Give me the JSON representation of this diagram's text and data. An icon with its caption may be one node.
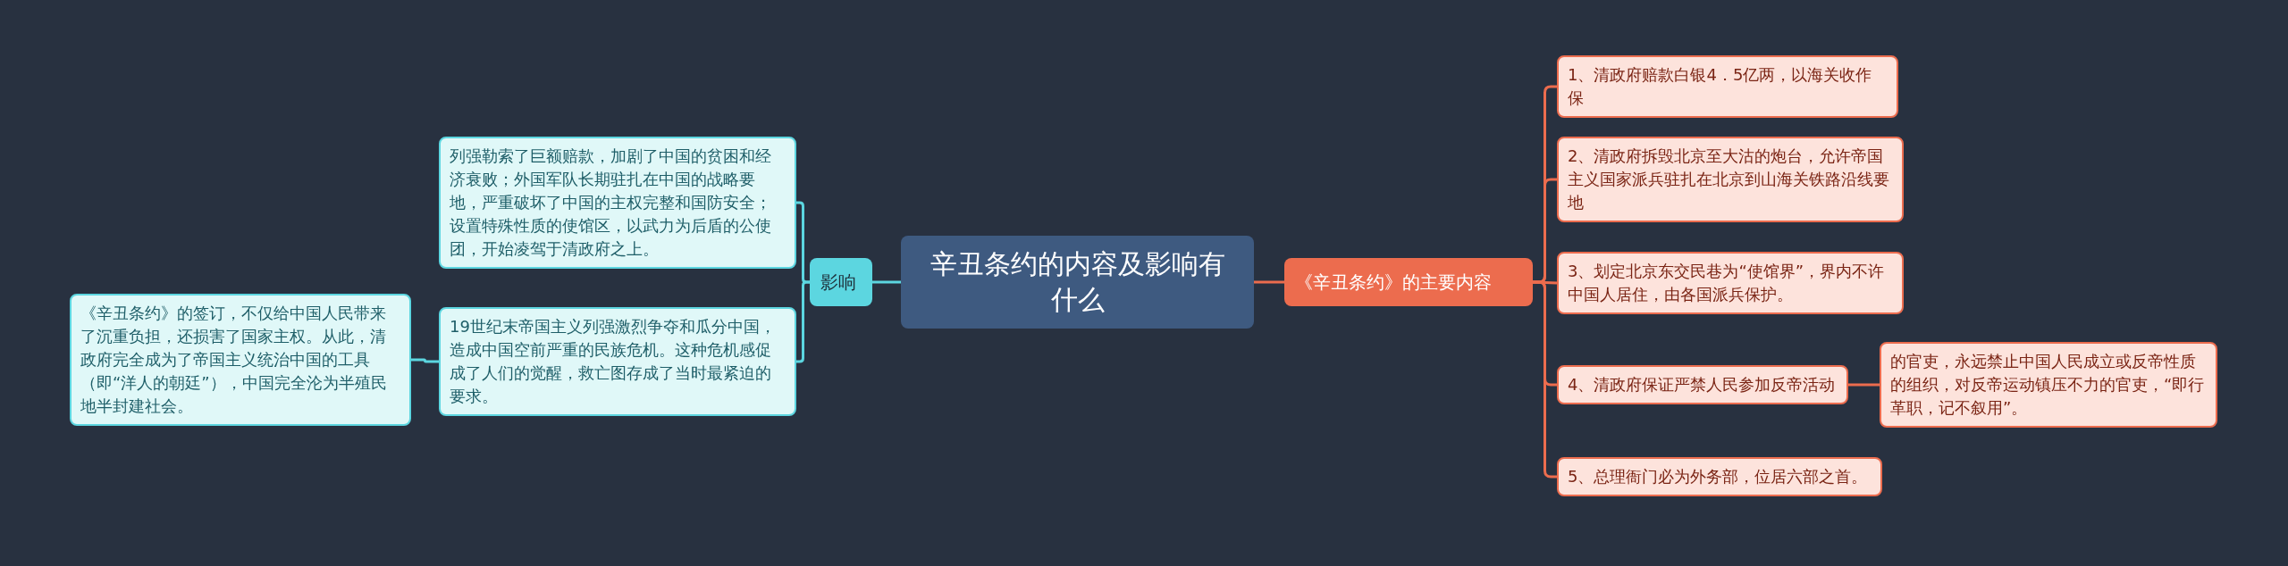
{
  "diagram": {
    "nodes": [
      {
        "text": [
          "辛丑条约的内容及影响有什么"
        ]
      },
      {
        "text": [
          "影响"
        ]
      },
      {
        "text": [
          "列强勒索了巨额赔款，加剧了中国的贫困和经济衰败；外国军队长期驻扎在中国的战略要地，严重破坏了中国的主权完整和国防安全；设置特殊性质的使馆区，以武力为后盾的公使团，开始凌驾于清政府之上。"
        ]
      },
      {
        "text": [
          "19世纪末帝国主义列强激烈争夺和瓜分中国，造成中国空前严重的民族危机。这种危机感促成了人们的觉醒，救亡图存成了当时最紧迫的要求。"
        ]
      },
      {
        "text": [
          "《辛丑条约》的签订，不仅给中国人民带来了沉重负担，还损害了国家主权。从此，清政府完全成为了帝国主义统治中国的工具（即“洋人的朝廷”），中国完全沦为半殖民地半封建社会。"
        ]
      },
      {
        "text": [
          "《辛丑条约》的主要内容"
        ]
      },
      {
        "text": [
          "1、清政府赔款白银4．5亿两，以海关收作保"
        ]
      },
      {
        "text": [
          "2、清政府拆毁北京至大沽的炮台，允许帝国主义国家派兵驻扎在北京到山海关铁路沿线要地"
        ]
      },
      {
        "text": [
          "3、划定北京东交民巷为“使馆界”，界内不许中国人居住，由各国派兵保护。"
        ]
      },
      {
        "text": [
          "4、清政府保证严禁人民参加反帝活动"
        ]
      },
      {
        "text": [
          "的官吏，永远禁止中国人民成立或反帝性质的组织，对反帝运动镇压不力的官吏，“即行革职，记不叙用”。"
        ]
      },
      {
        "text": [
          "5、总理衙门必为外务部，位居六部之首。"
        ]
      }
    ],
    "edges": [
      {
        "from": 0,
        "to": 1,
        "arrow": "none",
        "color": "#5cd6e0"
      },
      {
        "from": 1,
        "to": 2,
        "arrow": "none",
        "color": "#5cd6e0"
      },
      {
        "from": 1,
        "to": 3,
        "arrow": "none",
        "color": "#5cd6e0"
      },
      {
        "from": 3,
        "to": 4,
        "arrow": "none",
        "color": "#5cd6e0"
      },
      {
        "from": 0,
        "to": 5,
        "arrow": "none",
        "color": "#ec6c4e"
      },
      {
        "from": 5,
        "to": 6,
        "arrow": "none",
        "color": "#ec6c4e"
      },
      {
        "from": 5,
        "to": 7,
        "arrow": "none",
        "color": "#ec6c4e"
      },
      {
        "from": 5,
        "to": 8,
        "arrow": "none",
        "color": "#ec6c4e"
      },
      {
        "from": 5,
        "to": 9,
        "arrow": "none",
        "color": "#ec6c4e"
      },
      {
        "from": 9,
        "to": 10,
        "arrow": "none",
        "color": "#ec6c4e"
      },
      {
        "from": 5,
        "to": 11,
        "arrow": "none",
        "color": "#ec6c4e"
      }
    ]
  }
}
